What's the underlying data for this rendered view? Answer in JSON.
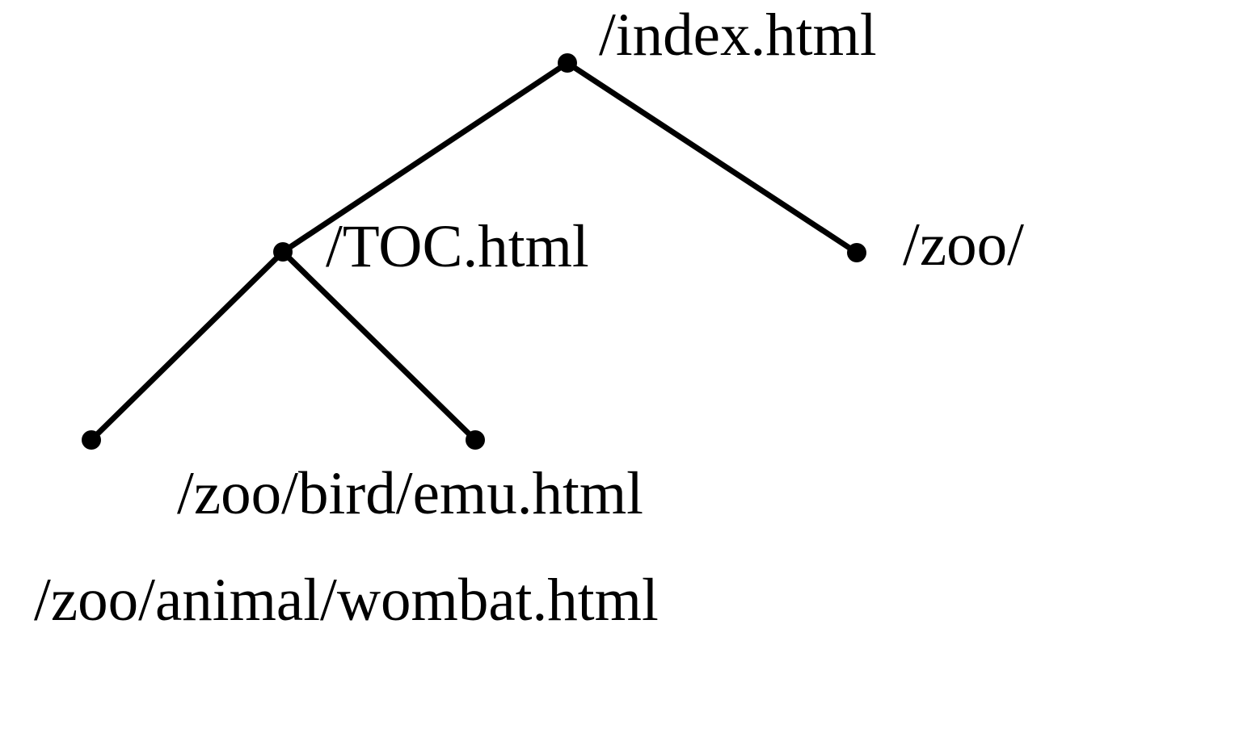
{
  "diagram": {
    "type": "tree",
    "colors": {
      "ink": "#000000",
      "background": "#ffffff"
    },
    "nodes": [
      {
        "id": "index",
        "label": "/index.html"
      },
      {
        "id": "toc",
        "label": "/TOC.html"
      },
      {
        "id": "zoo",
        "label": "/zoo/"
      },
      {
        "id": "wombat",
        "label": "/zoo/animal/wombat.html"
      },
      {
        "id": "emu",
        "label": "/zoo/bird/emu.html"
      }
    ],
    "edges": [
      {
        "from": "index",
        "to": "toc"
      },
      {
        "from": "index",
        "to": "zoo"
      },
      {
        "from": "toc",
        "to": "wombat"
      },
      {
        "from": "toc",
        "to": "emu"
      }
    ]
  }
}
